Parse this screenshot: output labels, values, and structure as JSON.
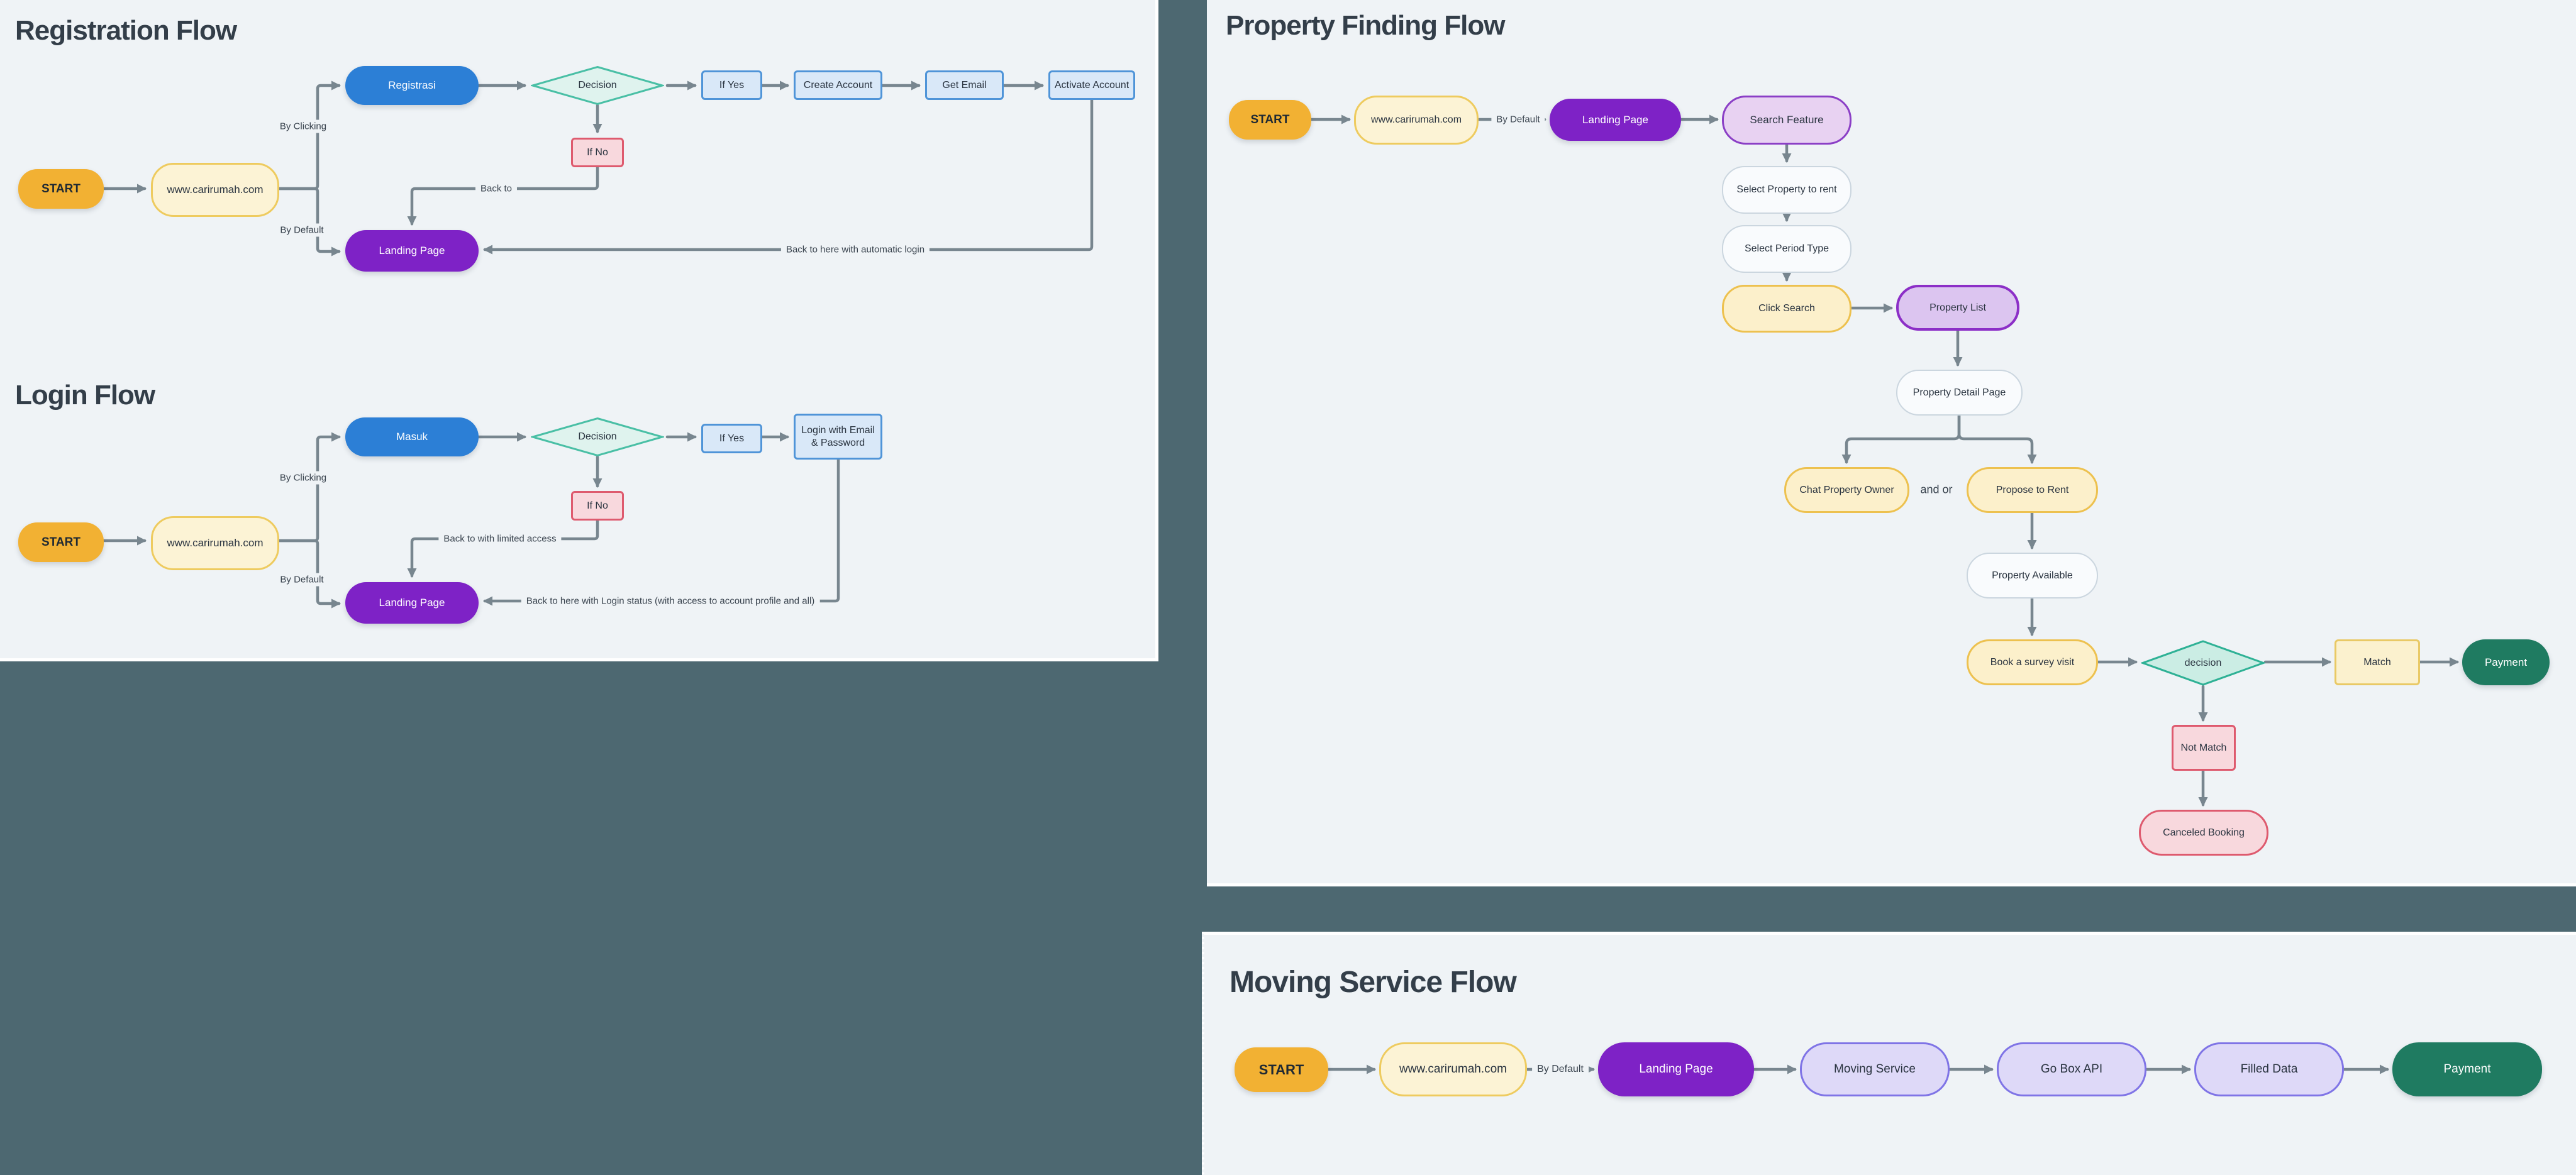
{
  "colors": {
    "background": "#4D6871",
    "panel": "#EFF3F6",
    "connector": "#78868F",
    "accent_gold": "#F2B133",
    "accent_blue": "#2C7FD6",
    "accent_purple": "#7E22C6",
    "accent_teal": "#49BFA5",
    "accent_red": "#DE5A6E",
    "accent_green": "#1F7B61",
    "accent_lavender": "#8B3FC6",
    "accent_violet": "#7F74E6"
  },
  "flows": {
    "registration": {
      "title": "Registration Flow",
      "nodes": {
        "start": "START",
        "url": "www.carirumah.com",
        "registrasi": "Registrasi",
        "decision": "Decision",
        "if_yes": "If Yes",
        "create_account": "Create Account",
        "get_email": "Get Email",
        "activate_account": "Activate Account",
        "if_no": "If No",
        "landing_page": "Landing Page"
      },
      "labels": {
        "by_clicking": "By Clicking",
        "by_default": "By Default",
        "back_to": "Back to",
        "auto_login": "Back to here with automatic login"
      }
    },
    "login": {
      "title": "Login Flow",
      "nodes": {
        "start": "START",
        "url": "www.carirumah.com",
        "masuk": "Masuk",
        "decision": "Decision",
        "if_yes": "If Yes",
        "login_with_email": "Login with Email & Password",
        "if_no": "If No",
        "landing_page": "Landing Page"
      },
      "labels": {
        "by_clicking": "By Clicking",
        "by_default": "By Default",
        "back_limited": "Back to with limited access",
        "back_status": "Back to here with Login status (with access to account profile and all)"
      }
    },
    "property": {
      "title": "Property Finding Flow",
      "nodes": {
        "start": "START",
        "url": "www.carirumah.com",
        "landing_page": "Landing Page",
        "search_feature": "Search Feature",
        "select_property": "Select Property to rent",
        "select_period": "Select Period Type",
        "click_search": "Click Search",
        "property_list": "Property List",
        "property_detail": "Property Detail Page",
        "chat_owner": "Chat Property Owner",
        "propose_rent": "Propose to Rent",
        "property_available": "Property Available",
        "book_survey": "Book a survey visit",
        "decision": "decision",
        "match": "Match",
        "payment": "Payment",
        "not_match": "Not Match",
        "canceled_booking": "Canceled Booking"
      },
      "labels": {
        "by_default": "By Default",
        "and_or": "and or"
      }
    },
    "moving": {
      "title": "Moving Service Flow",
      "nodes": {
        "start": "START",
        "url": "www.carirumah.com",
        "landing_page": "Landing Page",
        "moving_service": "Moving Service",
        "go_box_api": "Go Box API",
        "filled_data": "Filled Data",
        "payment": "Payment"
      },
      "labels": {
        "by_default": "By Default"
      }
    }
  }
}
